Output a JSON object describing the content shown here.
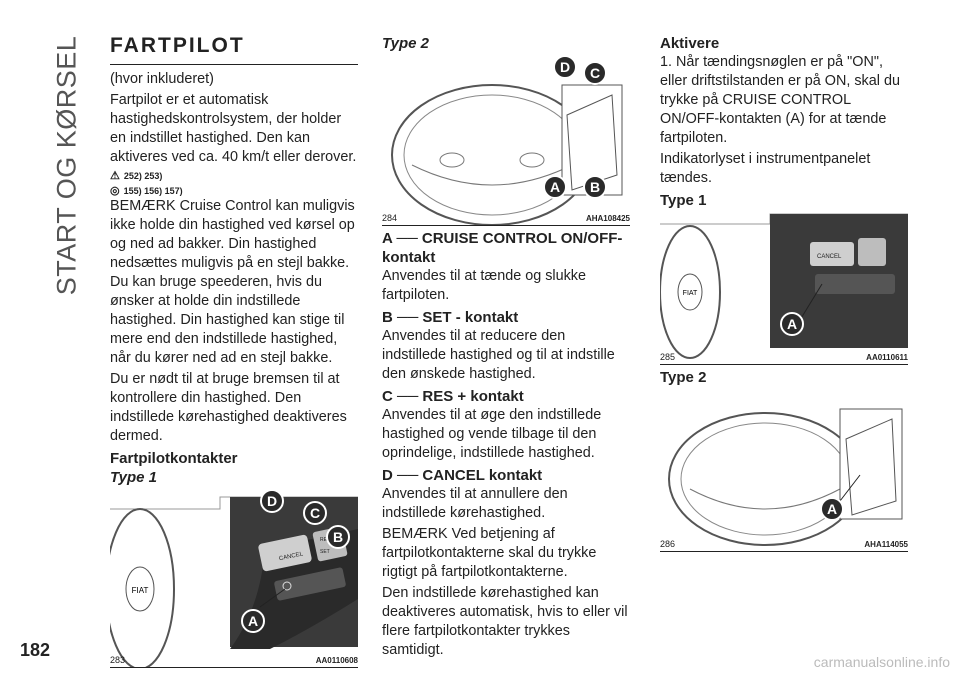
{
  "sidebar_title": "START OG KØRSEL",
  "page_number": "182",
  "watermark": "carmanualsonline.info",
  "col1": {
    "title": "FARTPILOT",
    "p1": "(hvor inkluderet)",
    "p2": "Fartpilot er et automatisk hastighedskontrolsystem, der holder en indstillet hastighed. Den kan aktiveres ved ca. 40 km/t eller derover.",
    "refs1": "252) 253)",
    "refs2": "155) 156) 157)",
    "p3": "BEMÆRK Cruise Control kan muligvis ikke holde din hastighed ved kørsel op og ned ad bakker. Din hastighed nedsættes muligvis på en stejl bakke. Du kan bruge speederen, hvis du ønsker at holde din indstillede hastighed. Din hastighed kan stige til mere end den indstillede hastighed, når du kører ned ad en stejl bakke.",
    "p4": "Du er nødt til at bruge bremsen til at kontrollere din hastighed. Den indstillede kørehastighed deaktiveres dermed.",
    "h_kontakter": "Fartpilotkontakter",
    "h_type1": "Type 1",
    "fig_num": "283",
    "fig_code": "AA0110608"
  },
  "col2": {
    "h_type2": "Type 2",
    "fig_num": "284",
    "fig_code": "AHA108425",
    "a_head": "A ── CRUISE CONTROL ON/OFF-kontakt",
    "a_text": "Anvendes til at tænde og slukke fartpiloten.",
    "b_head": "B ── SET - kontakt",
    "b_text": "Anvendes til at reducere den indstillede hastighed og til at indstille den ønskede hastighed.",
    "c_head": "C ── RES + kontakt",
    "c_text": "Anvendes til at øge den indstillede hastighed og vende tilbage til den oprindelige, indstillede hastighed.",
    "d_head": "D ── CANCEL kontakt",
    "d_text": "Anvendes til at annullere den indstillede kørehastighed.",
    "note": "BEMÆRK Ved betjening af fartpilotkontakterne skal du trykke rigtigt på fartpilotkontakterne.",
    "note2": "Den indstillede kørehastighed kan deaktiveres automatisk, hvis to eller vil flere fartpilotkontakter trykkes samtidigt."
  },
  "col3": {
    "h_aktivere": "Aktivere",
    "text": "1. Når tændingsnøglen er på \"ON\", eller driftstilstanden er på ON, skal du trykke på CRUISE CONTROL ON/OFF-kontakten (A) for at tænde fartpiloten.",
    "text2": "Indikatorlyset i instrumentpanelet tændes.",
    "h_type1": "Type 1",
    "fig1_num": "285",
    "fig1_code": "AA0110611",
    "h_type2": "Type 2",
    "fig2_num": "286",
    "fig2_code": "AHA114055"
  },
  "labels": {
    "A": "A",
    "B": "B",
    "C": "C",
    "D": "D",
    "cancel": "CANCEL",
    "res": "RES",
    "set": "SET",
    "fiat": "FIAT"
  },
  "colors": {
    "badge": "#2a2a2a",
    "photo_bg": "#3a3a3a",
    "line_art": "#555555"
  }
}
